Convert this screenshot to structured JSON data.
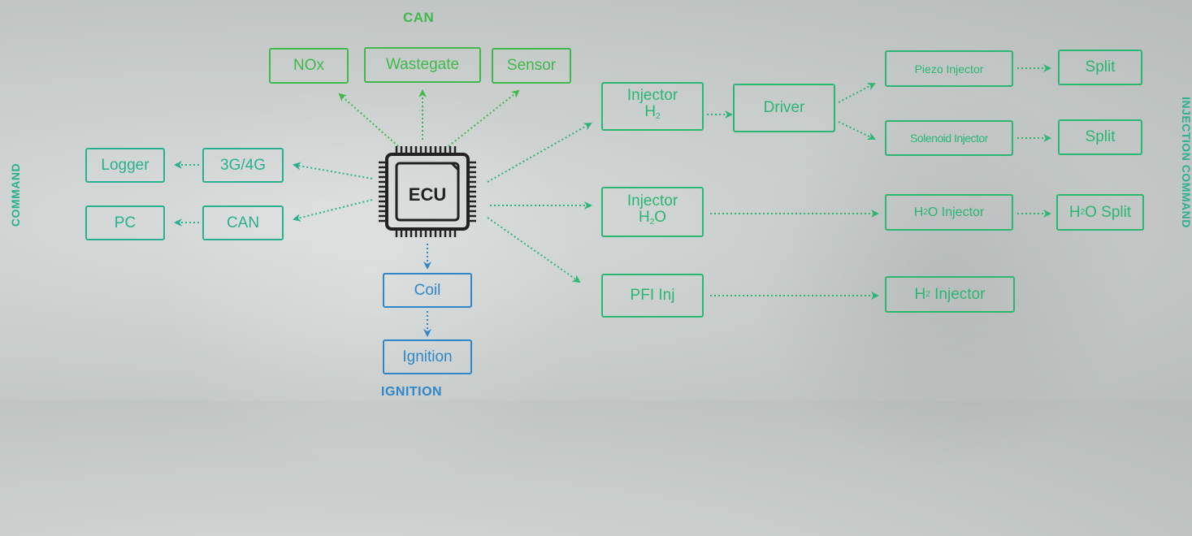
{
  "labels": {
    "can_top": "CAN",
    "ignition_bottom": "IGNITION",
    "command_left": "COMMAND",
    "injection_command_right": "INJECTION COMMAND"
  },
  "ecu": {
    "label": "ECU"
  },
  "can_group": {
    "nox": "NOx",
    "wastegate": "Wastegate",
    "sensor": "Sensor"
  },
  "left_group": {
    "logger": "Logger",
    "g34": "3G/4G",
    "pc": "PC",
    "can": "CAN"
  },
  "ignition_group": {
    "coil": "Coil",
    "ignition": "Ignition"
  },
  "injection": {
    "injector_h2": {
      "line1": "Injector",
      "main": "H",
      "sub": "2"
    },
    "driver": "Driver",
    "piezo": "Piezo Injector",
    "solenoid": "Solenoid Injector",
    "split1": "Split",
    "split2": "Split",
    "injector_h2o": {
      "line1": "Injector",
      "pre": "H",
      "sub": "2",
      "post": "O"
    },
    "h2o_injector": {
      "pre": "H",
      "sub": "2",
      "post": "O Injector"
    },
    "h2o_split": {
      "pre": "H",
      "sub": "2",
      "post": "O Split"
    },
    "pfi": "PFI Inj",
    "h2_injector": {
      "pre": "H",
      "sub": "2",
      "post": " Injector"
    }
  },
  "colors": {
    "green": "#2bb673",
    "lime": "#3fb84c",
    "teal": "#2bb08f",
    "blue": "#2f86c8",
    "ecu": "#222222"
  }
}
